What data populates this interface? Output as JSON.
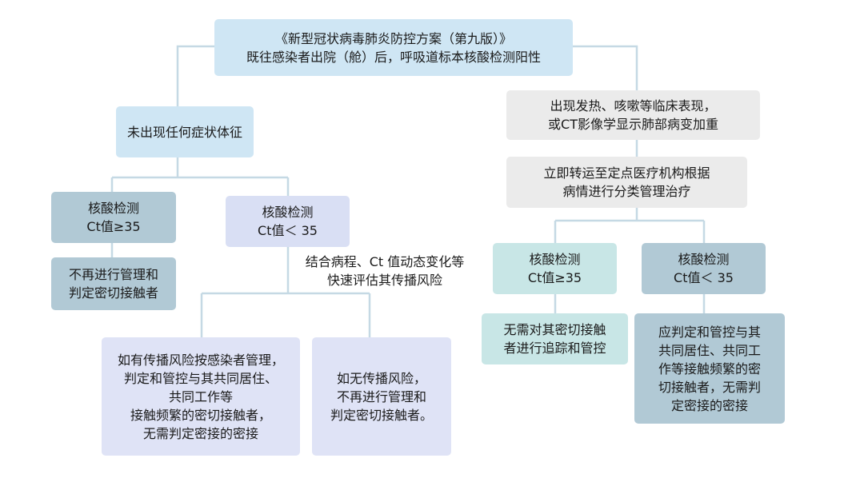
{
  "diagram": {
    "title_box": {
      "line1": "《新型冠状病毒肺炎防控方案（第九版）》",
      "line2": "既往感染者出院（舱）后，呼吸道标本核酸检测阳性"
    },
    "left": {
      "no_symptoms": "未出现任何症状体征",
      "ct_high": {
        "line1": "核酸检测",
        "line2": "Ct值≥35"
      },
      "ct_high_result": {
        "line1": "不再进行管理和",
        "line2": "判定密切接触者"
      },
      "ct_low": {
        "line1": "核酸检测",
        "line2": "Ct值＜ 35"
      },
      "assess_label": {
        "line1": "结合病程、Ct 值动态变化等",
        "line2": "快速评估其传播风险"
      },
      "risk_box": {
        "line1": "如有传播风险按感染者管理，",
        "line2": "判定和管控与其共同居住、",
        "line3": "共同工作等",
        "line4": "接触频繁的密切接触者，",
        "line5": "无需判定密接的密接"
      },
      "no_risk_box": {
        "line1": "如无传播风险，",
        "line2": "不再进行管理和",
        "line3": "判定密切接触者。"
      }
    },
    "right": {
      "symptoms": {
        "line1": "出现发热、咳嗽等临床表现，",
        "line2": "或CT影像学显示肺部病变加重"
      },
      "transfer": {
        "line1": "立即转运至定点医疗机构根据",
        "line2": "病情进行分类管理治疗"
      },
      "ct_high": {
        "line1": "核酸检测",
        "line2": "Ct值≥35"
      },
      "ct_high_result": {
        "line1": "无需对其密切接触",
        "line2": "者进行追踪和管控"
      },
      "ct_low": {
        "line1": "核酸检测",
        "line2": "Ct值＜ 35"
      },
      "ct_low_result": {
        "line1": "应判定和管控与其",
        "line2": "共同居住、共同工",
        "line3": "作等接触频繁的密",
        "line4": "切接触者，无需判",
        "line5": "定密接的密接"
      }
    },
    "colors": {
      "connector": "#c5d9e4",
      "title_fill": "#cfe6f4",
      "gray_fill": "#ebebeb",
      "slate_fill": "#b1c9d5",
      "lavender_fill": "#d9dff4",
      "mint_fill": "#c8e6e6"
    }
  }
}
